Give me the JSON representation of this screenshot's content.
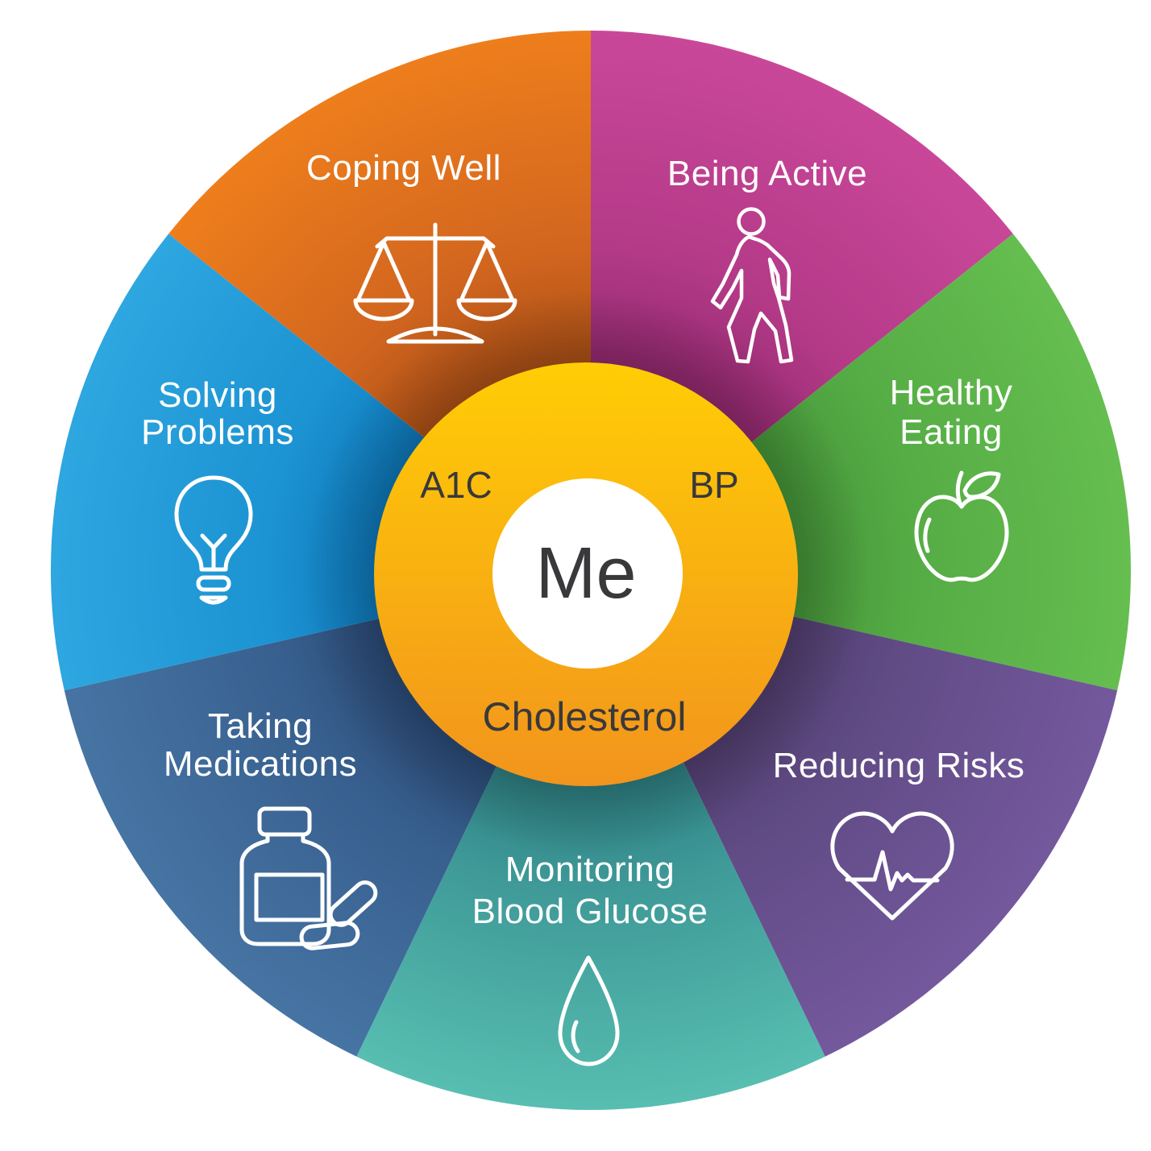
{
  "background": "#FFFFFF",
  "label_text_color": "#FFFFFF",
  "center": {
    "label": "Me",
    "metric_top_left": "A1C",
    "metric_top_right": "BP",
    "metric_bottom": "Cholesterol",
    "disc_color_top": "#FFCD05",
    "disc_color_bottom": "#F2941D",
    "inner_circle_color": "#FFFFFF",
    "text_color": "#39393B"
  },
  "segments": [
    {
      "id": "being-active",
      "label_lines": [
        "Being Active"
      ],
      "icon": "walking-person-icon",
      "colors": [
        "#972B72",
        "#B43A88",
        "#C94799"
      ]
    },
    {
      "id": "healthy-eating",
      "label_lines": [
        "Healthy",
        "Eating"
      ],
      "icon": "apple-icon",
      "colors": [
        "#47973A",
        "#55AC45",
        "#65BE4F"
      ]
    },
    {
      "id": "reducing-risks",
      "label_lines": [
        "Reducing Risks"
      ],
      "icon": "heart-pulse-icon",
      "colors": [
        "#534072",
        "#614C86",
        "#74589D"
      ]
    },
    {
      "id": "monitoring-blood-glucose",
      "label_lines": [
        "Monitoring",
        "Blood Glucose"
      ],
      "icon": "blood-drop-icon",
      "colors": [
        "#2F8184",
        "#3F9A98",
        "#57BEB1"
      ]
    },
    {
      "id": "taking-medications",
      "label_lines": [
        "Taking",
        "Medications"
      ],
      "icon": "pill-bottle-icon",
      "colors": [
        "#2B4B77",
        "#38608F",
        "#4674A3"
      ]
    },
    {
      "id": "solving-problems",
      "label_lines": [
        "Solving",
        "Problems"
      ],
      "icon": "lightbulb-icon",
      "colors": [
        "#0E79BB",
        "#1C93D2",
        "#2EA6E0"
      ]
    },
    {
      "id": "coping-well",
      "label_lines": [
        "Coping Well"
      ],
      "icon": "balance-scale-icon",
      "colors": [
        "#B05217",
        "#D2661F",
        "#EE7E1C"
      ]
    }
  ]
}
